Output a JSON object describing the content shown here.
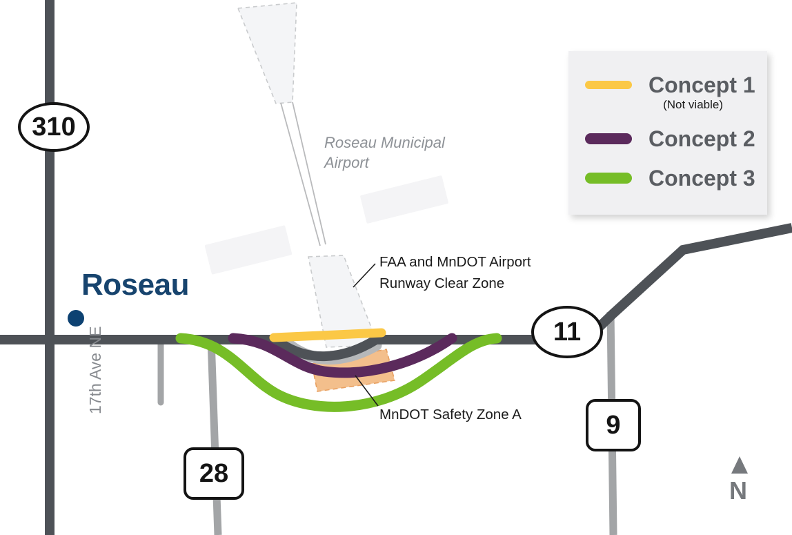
{
  "map": {
    "title": "Roseau Municipal Airport area Highway 11 concept alignments",
    "city": {
      "name": "Roseau",
      "color": "#17446e"
    },
    "airport": {
      "name": "Roseau Municipal\nAirport",
      "color": "#8d9196"
    },
    "annotations": [
      {
        "id": "clear-zone",
        "text": "FAA and MnDOT Airport\nRunway Clear Zone"
      },
      {
        "id": "safety-zone",
        "text": "MnDOT Safety Zone A"
      }
    ],
    "street_label": "17th Ave NE",
    "north_arrow": {
      "letter": "N",
      "color": "#76797d"
    },
    "route_shields": [
      {
        "id": "310",
        "label": "310",
        "shape": "oval"
      },
      {
        "id": "11",
        "label": "11",
        "shape": "oval"
      },
      {
        "id": "28",
        "label": "28",
        "shape": "square"
      },
      {
        "id": "9",
        "label": "9",
        "shape": "square"
      }
    ],
    "colors": {
      "highway_major": "#4e5257",
      "highway_minor": "#a3a5a7",
      "concept1": "#fbc846",
      "concept2": "#5b2a5c",
      "concept3": "#76bd27",
      "safety_zone_fill": "#f3bf8c",
      "safety_zone_stroke": "#e8a163",
      "clear_zone_fill": "#f4f5f7",
      "clear_zone_stroke": "#c9cbcd",
      "existing_alignment": "#b6b8ba",
      "city_dot": "#0d4272",
      "legend_bg": "#f0f0f2",
      "legend_text": "#5a5d62"
    }
  },
  "legend": {
    "items": [
      {
        "label": "Concept 1",
        "sublabel": "(Not viable)",
        "color": "#fbc846"
      },
      {
        "label": "Concept 2",
        "sublabel": "",
        "color": "#5b2a5c"
      },
      {
        "label": "Concept 3",
        "sublabel": "",
        "color": "#76bd27"
      }
    ]
  }
}
